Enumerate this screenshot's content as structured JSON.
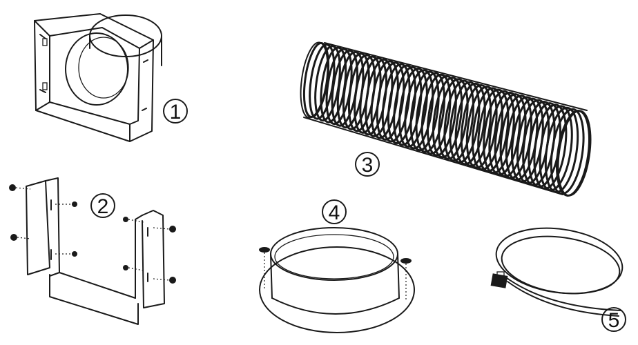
{
  "parts": [
    {
      "number": "1"
    },
    {
      "number": "2"
    },
    {
      "number": "3"
    },
    {
      "number": "4"
    },
    {
      "number": "5"
    }
  ],
  "colors": {
    "line": "#1a1a1a",
    "background": "#ffffff"
  }
}
